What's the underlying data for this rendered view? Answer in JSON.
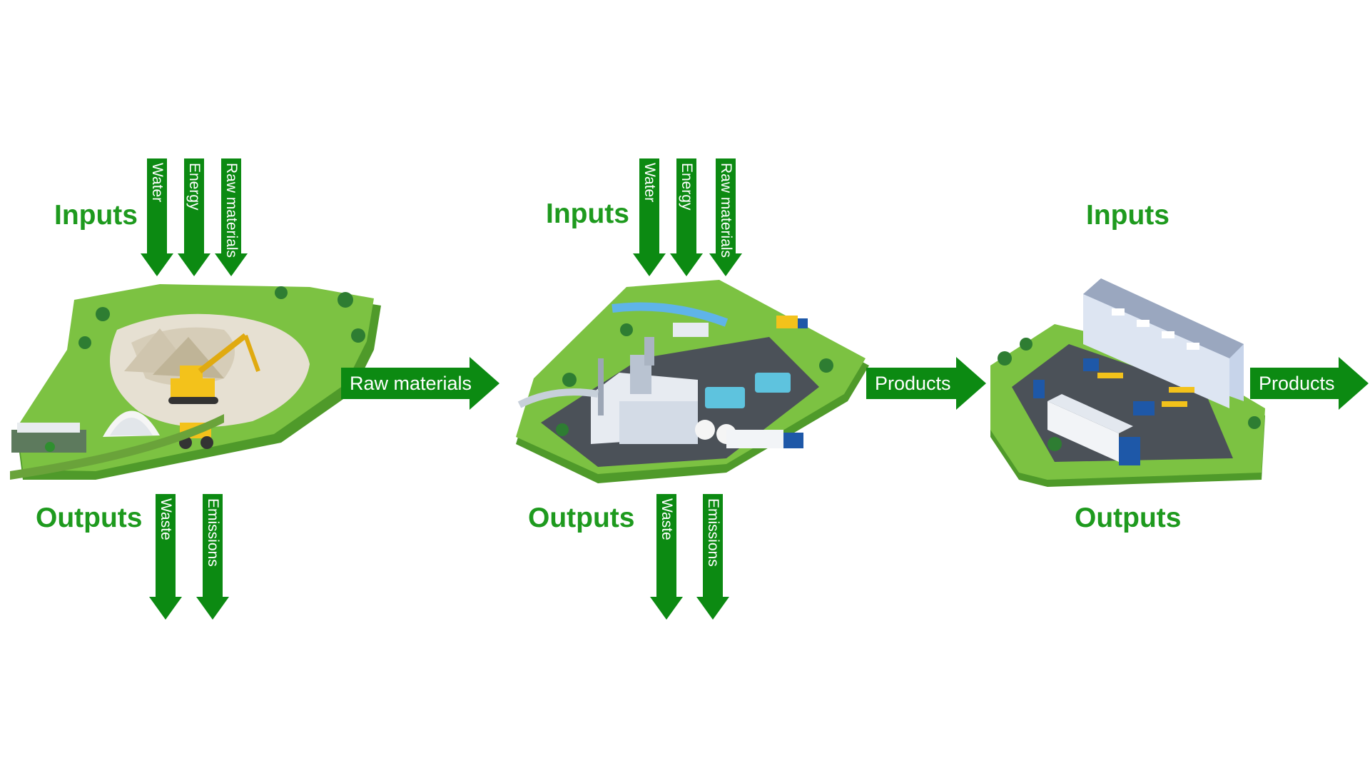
{
  "stages": [
    {
      "inputs_label": "Inputs",
      "outputs_label": "Outputs",
      "input_arrows": [
        "Water",
        "Energy",
        "Raw materials"
      ],
      "output_arrows": [
        "Waste",
        "Emissions"
      ],
      "illustration_icon": "quarry-illustration-icon"
    },
    {
      "inputs_label": "Inputs",
      "outputs_label": "Outputs",
      "input_arrows": [
        "Water",
        "Energy",
        "Raw materials"
      ],
      "output_arrows": [
        "Waste",
        "Emissions"
      ],
      "illustration_icon": "factory-illustration-icon"
    },
    {
      "inputs_label": "Inputs",
      "outputs_label": "Outputs",
      "input_arrows": [],
      "output_arrows": [],
      "illustration_icon": "warehouse-illustration-icon"
    }
  ],
  "flow_arrows": [
    "Raw materials",
    "Products",
    "Products"
  ],
  "colors": {
    "heading_green": "#1e9a1e",
    "arrow_green": "#0c8a12",
    "grass": "#7cc242",
    "grass_dark": "#4f9a2a",
    "asphalt": "#4b5158",
    "building_blue": "#c7d4ea",
    "roof_gray": "#9aa7bf"
  }
}
